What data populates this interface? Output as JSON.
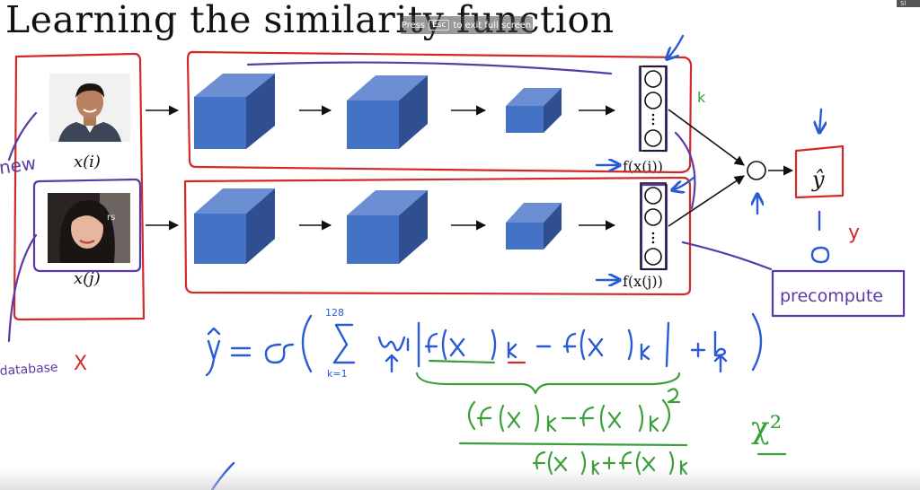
{
  "slide": {
    "title": "Learning the similarity function",
    "fullscreen_hint": {
      "prefix": "Press",
      "key": "Esc",
      "suffix": "to exit full screen"
    },
    "corner_tab": "Sl"
  },
  "inputs": {
    "top_label": "x(i)",
    "bottom_label": "x(j)",
    "top_photo_name": "person-photo-man",
    "bottom_photo_name": "person-photo-woman"
  },
  "encodings": {
    "top": "f(x(i))",
    "bottom": "f(x(j))"
  },
  "output": {
    "label": "ŷ"
  },
  "annotations": {
    "new": "new",
    "database": "database",
    "x_mark": "X",
    "precompute": "precompute",
    "k_mark": "k",
    "y_letter": "y",
    "one": "1",
    "zero": "0",
    "chi_squared": "χ²",
    "sum_upper": "128",
    "sum_lower": "k=1"
  },
  "colors": {
    "cube_front": "#4472c4",
    "cube_top": "#6c8fd3",
    "cube_side": "#2f4f91",
    "ink_blue": "#2a5bd6",
    "ink_red": "#d12a2a",
    "ink_green": "#3aa03a",
    "ink_purple": "#5b3aa8"
  }
}
